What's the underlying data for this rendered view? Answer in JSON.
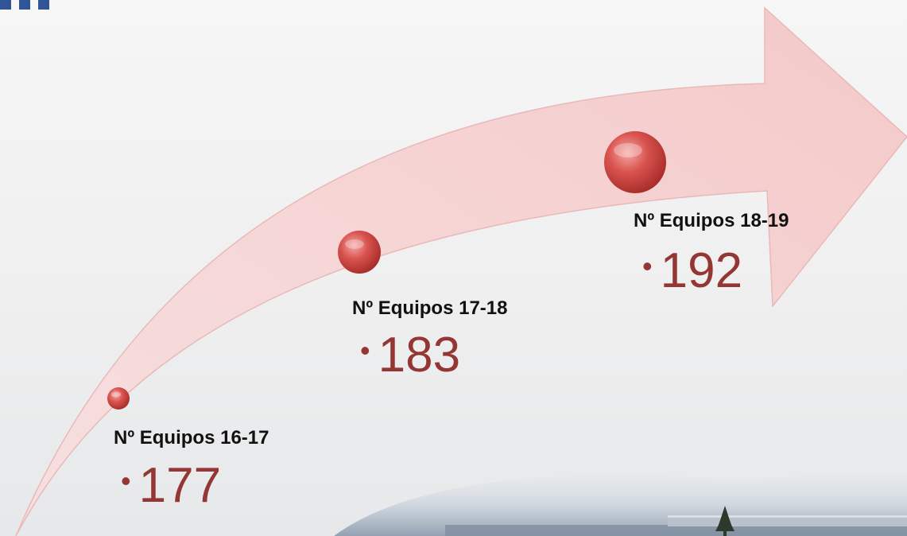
{
  "milestones": [
    {
      "label": "Nº Equipos 16-17",
      "value": "177"
    },
    {
      "label": "Nº Equipos 17-18",
      "value": "183"
    },
    {
      "label": "Nº Equipos 18-19",
      "value": "192"
    }
  ],
  "colors": {
    "arrow_fill": "#f8d6d6",
    "arrow_edge": "#e8b7b7",
    "value_text": "#943634",
    "label_text": "#111111",
    "dot": "#c0504d",
    "title": "#2f5597"
  }
}
